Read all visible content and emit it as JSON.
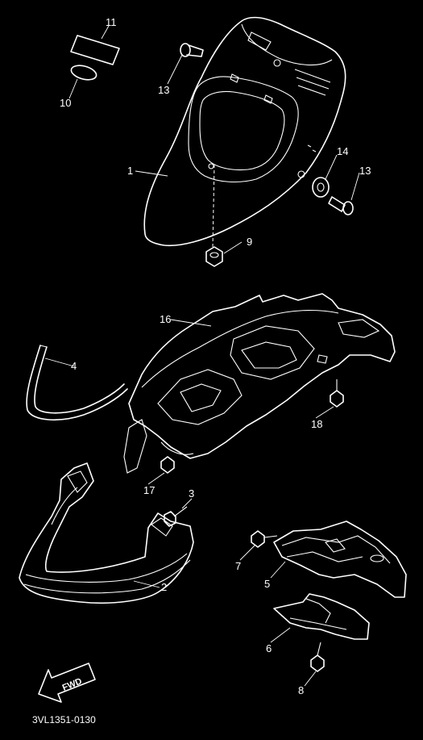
{
  "callouts": {
    "c1": "1",
    "c2": "2",
    "c3": "3",
    "c4": "4",
    "c5": "5",
    "c6": "6",
    "c7": "7",
    "c8": "8",
    "c9": "9",
    "c10": "10",
    "c11": "11",
    "c13a": "13",
    "c13b": "13",
    "c14": "14",
    "c16": "16",
    "c17": "17",
    "c18": "18"
  },
  "direction_label": "FWD",
  "drawing_code": "3VL1351-0130",
  "colors": {
    "background": "#000000",
    "lines": "#ffffff"
  }
}
